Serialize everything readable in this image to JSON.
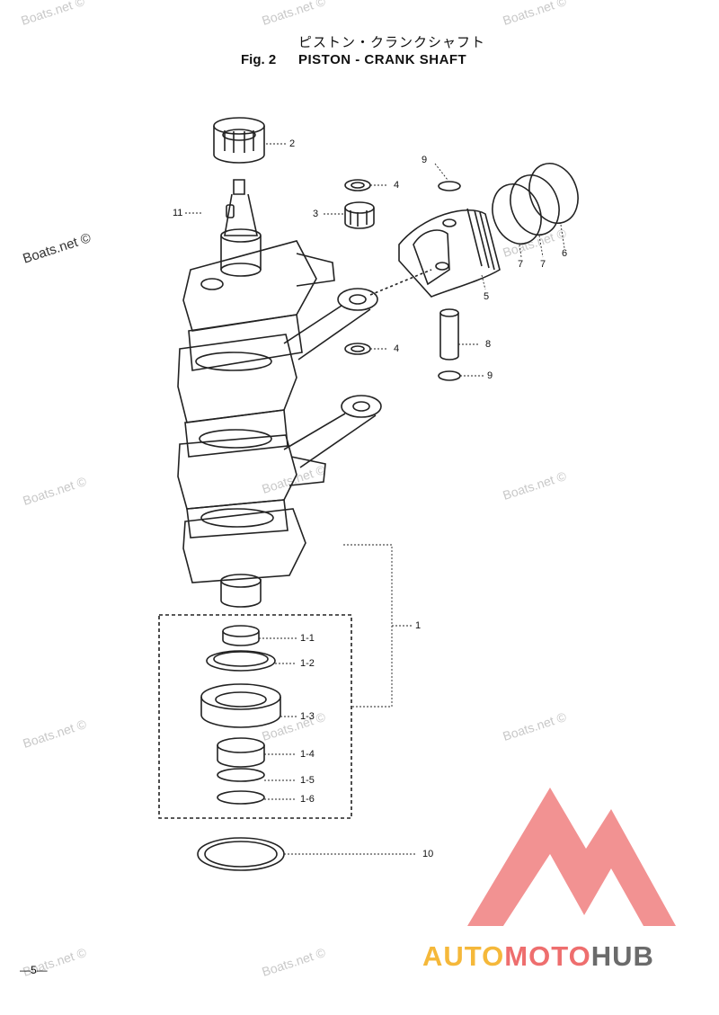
{
  "header": {
    "title_jp": "ピストン・クランクシャフト",
    "fig_no": "Fig. 2",
    "title_en": "PISTON - CRANK SHAFT"
  },
  "labels": {
    "l2": "2",
    "l4a": "4",
    "l3": "3",
    "l11": "11",
    "l9a": "9",
    "l7a": "7",
    "l7b": "7",
    "l6": "6",
    "l5": "5",
    "l8": "8",
    "l4b": "4",
    "l9b": "9",
    "l1": "1",
    "l11s": "1-1",
    "l12s": "1-2",
    "l13s": "1-3",
    "l14s": "1-4",
    "l15s": "1-5",
    "l16s": "1-6",
    "l10": "10"
  },
  "watermark": "Boats.net ©",
  "page_number": "—5—",
  "logo": {
    "part1": "AUTO",
    "part2": "MOTO",
    "part3": "HUB"
  },
  "colors": {
    "logo_yellow": "#f5b83a",
    "logo_red": "#ee6e6e",
    "logo_gray": "#6b6b6b",
    "line": "#222222"
  }
}
